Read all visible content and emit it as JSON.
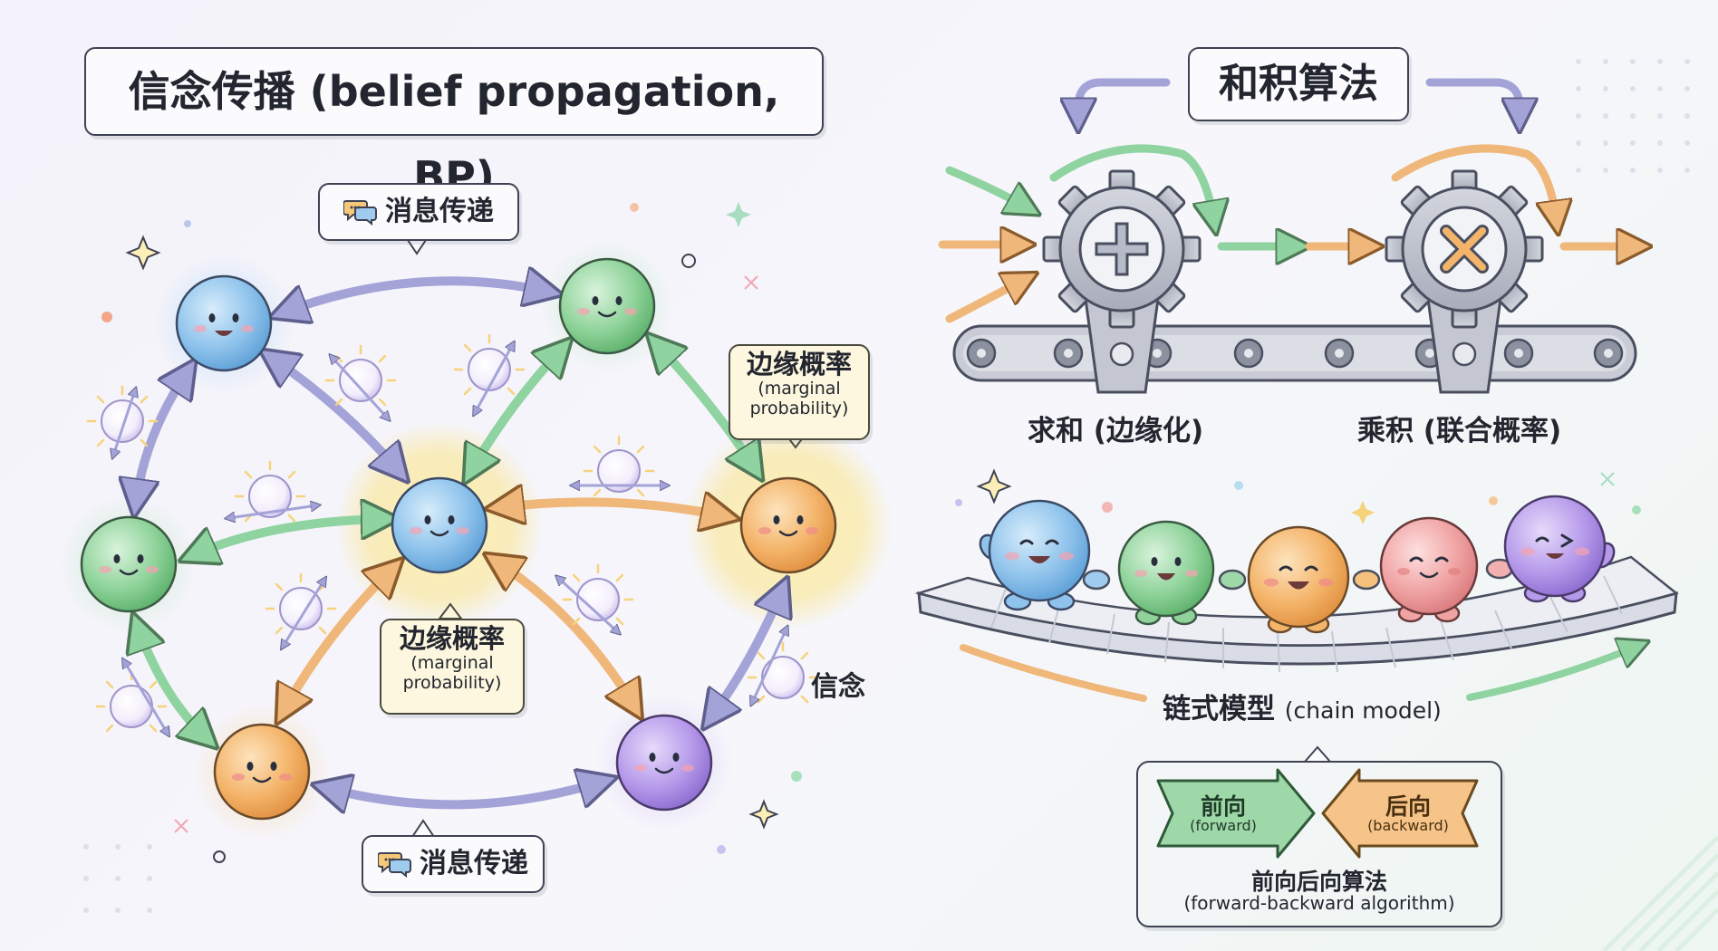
{
  "title": "信念传播 (belief propagation, BP)",
  "message_passing_top": "消息传递",
  "message_passing_bottom": "消息传递",
  "marginal_right": {
    "zh": "边缘概率",
    "en": "(marginal probability)"
  },
  "marginal_center": {
    "zh": "边缘概率",
    "en": "(marginal probability)"
  },
  "belief_label": "信念",
  "sum_product": {
    "title": "和积算法",
    "sum_gear_label": "求和 (边缘化)",
    "product_gear_label": "乘积 (联合概率)"
  },
  "chain": {
    "label_zh": "链式模型",
    "label_en": "(chain model)",
    "forward": {
      "zh": "前向",
      "en": "(forward)"
    },
    "backward": {
      "zh": "后向",
      "en": "(backward)"
    },
    "algorithm_zh": "前向后向算法",
    "algorithm_en": "(forward-backward algorithm)"
  },
  "icons": {
    "chat": "speech-bubble-icon",
    "plus_gear": "plus-gear-icon",
    "times_gear": "multiply-gear-icon",
    "message_orb": "glowing-orb-icon"
  },
  "colors": {
    "blue": "#8fc3ec",
    "green": "#8fd39a",
    "orange": "#f4b46a",
    "purple": "#b69aea",
    "pink": "#f0a3a3",
    "gear": "#b8bcc8",
    "glow_yellow": "#fbe58a"
  }
}
